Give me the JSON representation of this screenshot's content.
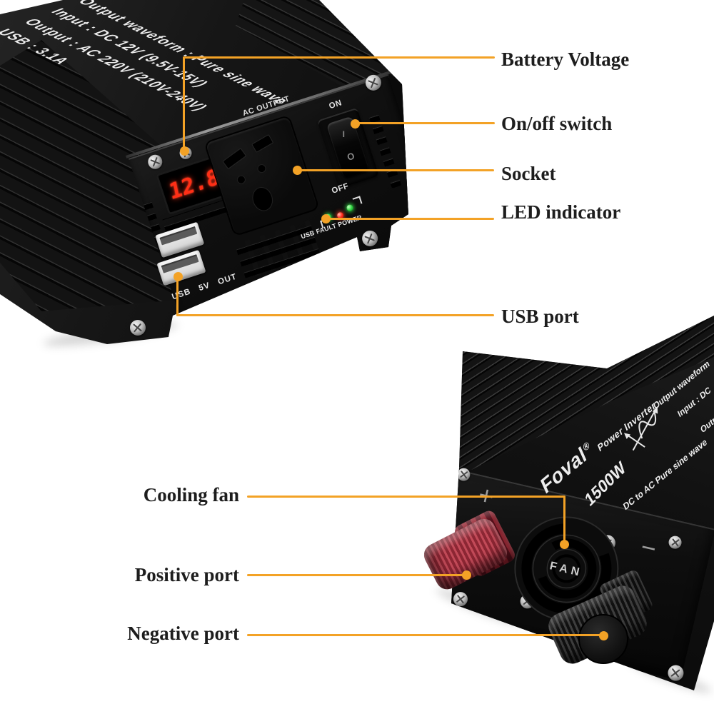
{
  "colors": {
    "accent": "#F3A226",
    "display_red": "#FF2F16",
    "led_green": "#2ED340",
    "led_red": "#FF2718",
    "terminal_red": "#A62836",
    "label_text": "#1D1D1D"
  },
  "inverter_front": {
    "top_print_lines": [
      "Output waveform :  Pure sine wave",
      "Input : DC 12V (9.5V-15V)",
      "Output : AC 220V (210V-240V)",
      "USB : 3.1A"
    ],
    "panel": {
      "voltage_display": "12.8",
      "ac_output_label": "AC OUTPUT",
      "switch_on_label": "ON",
      "switch_off_label": "OFF",
      "rocker_top_mark": "I",
      "rocker_bottom_mark": "O",
      "led_caption": "USB FAULT POWER",
      "usb_caption": "USB 5V OUT"
    }
  },
  "inverter_back": {
    "brand": "Foval",
    "registered_mark": "®",
    "wattage": "1500W",
    "product_type": "Power Inverter",
    "tagline": "DC to AC Pure sine wave",
    "partial_print_lines": [
      "Output waveform",
      "Input : DC",
      "Output"
    ],
    "fan_label": "FAN",
    "positive_mark": "+",
    "negative_mark": "−"
  },
  "callouts": {
    "right": [
      {
        "label": "Battery Voltage"
      },
      {
        "label": "On/off switch"
      },
      {
        "label": "Socket"
      },
      {
        "label": "LED indicator"
      },
      {
        "label": "USB port"
      }
    ],
    "left": [
      {
        "label": "Cooling fan"
      },
      {
        "label": "Positive port"
      },
      {
        "label": "Negative port"
      }
    ]
  }
}
